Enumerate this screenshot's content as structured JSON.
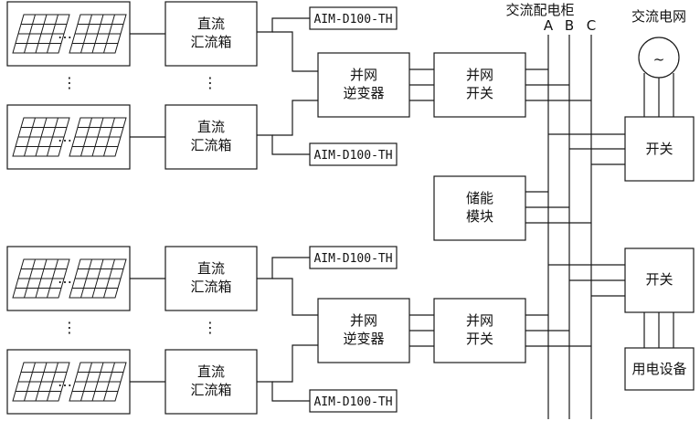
{
  "labels": {
    "dc_combiner_line1": "直流",
    "dc_combiner_line2": "汇流箱",
    "inverter_line1": "并网",
    "inverter_line2": "逆变器",
    "grid_switch_line1": "并网",
    "grid_switch_line2": "开关",
    "storage_line1": "储能",
    "storage_line2": "模块",
    "switch": "开关",
    "load": "用电设备",
    "ac_cabinet": "交流配电柜",
    "phase_a": "A",
    "phase_b": "B",
    "phase_c": "C",
    "grid": "交流电网",
    "grid_symbol": "~",
    "meter_model": "AIM-D100-TH",
    "ellipsis_h": "…",
    "ellipsis_v": "⋮"
  },
  "colors": {
    "line": "#1a1a1a",
    "background": "#ffffff",
    "text": "#111111"
  }
}
